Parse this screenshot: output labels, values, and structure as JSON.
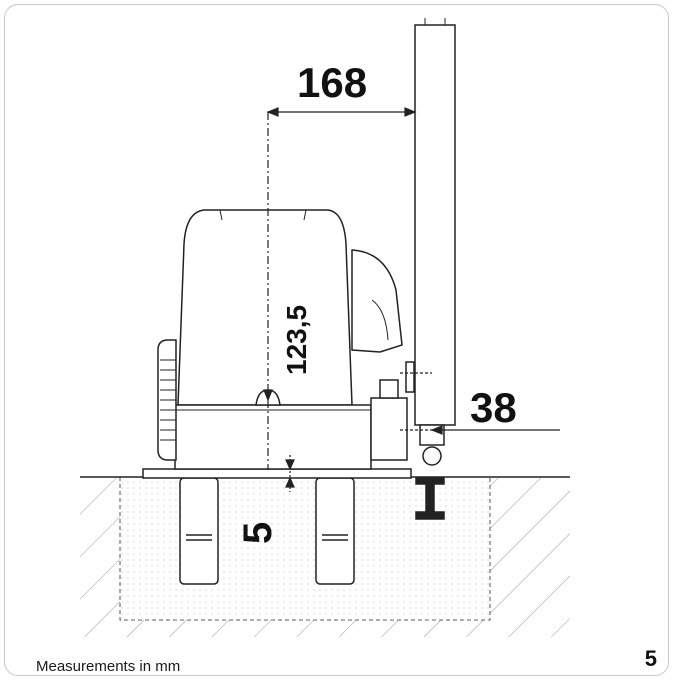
{
  "figure": {
    "caption": "Measurements in mm",
    "number": "5"
  },
  "dimensions": {
    "top_offset": "168",
    "height": "123,5",
    "post_offset": "38",
    "ground_gap": "5"
  },
  "colors": {
    "line": "#222222",
    "frame": "#c8c8c8",
    "hatch": "#9a9a9a"
  }
}
